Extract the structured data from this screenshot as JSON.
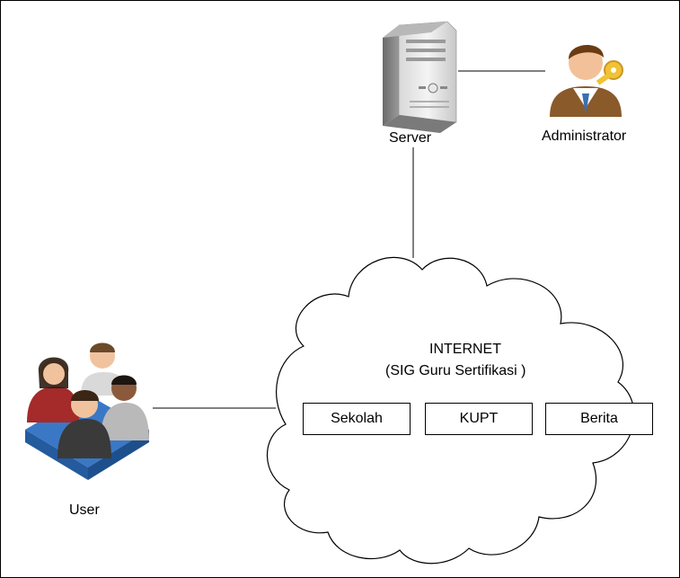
{
  "nodes": {
    "server": {
      "label": "Server"
    },
    "administrator": {
      "label": "Administrator"
    },
    "user": {
      "label": "User"
    }
  },
  "cloud": {
    "title": "INTERNET",
    "subtitle": "(SIG Guru Sertifikasi )",
    "modules": [
      "Sekolah",
      "KUPT",
      "Berita"
    ]
  }
}
